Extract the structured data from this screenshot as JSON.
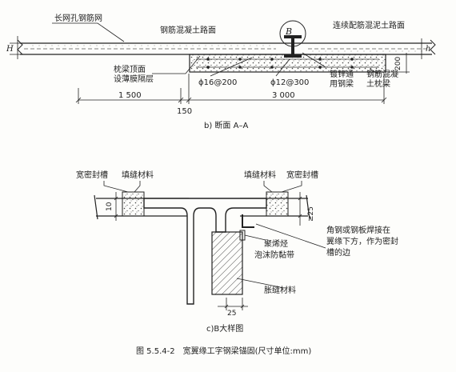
{
  "section_a": {
    "labels": {
      "mesh": "长网孔钢筋网",
      "rc_surface": "钢筋混凝土路面",
      "crc_surface": "连续配筋混泥土路面",
      "sleeper_top": [
        "枕梁顶面",
        "设薄膜隔层"
      ],
      "rebar_16": "ϕ16@200",
      "rebar_12": "ϕ12@300",
      "galv_beam": [
        "镀锌通",
        "用钢梁"
      ],
      "rc_sleeper": [
        "钢筋混凝",
        "土枕梁"
      ],
      "detail_ref": "B"
    },
    "dims": {
      "H": "H",
      "h": "h",
      "d200": "200",
      "d1500": "1 500",
      "d150": "150",
      "d3000": "3 000"
    },
    "caption": "b) 断面 A–A"
  },
  "detail_b": {
    "labels": {
      "wide_seal_l": "宽密封槽",
      "filler_l": "填缝材料",
      "filler_r": "填缝材料",
      "wide_seal_r": "宽密封槽",
      "angle_steel": [
        "角钢或钢板焊接在",
        "翼缘下方，作为密封",
        "槽的边"
      ],
      "pe_foam": [
        "聚烯烃",
        "泡沫防黏带"
      ],
      "expansion": "胀缝材料"
    },
    "dims": {
      "d10": "10",
      "ge25": "≥25",
      "d25": "25"
    },
    "caption": "c)B大样图"
  },
  "figure_caption": "图 5.5.4-2　宽翼缘工字钢梁锚固(尺寸单位:mm)"
}
